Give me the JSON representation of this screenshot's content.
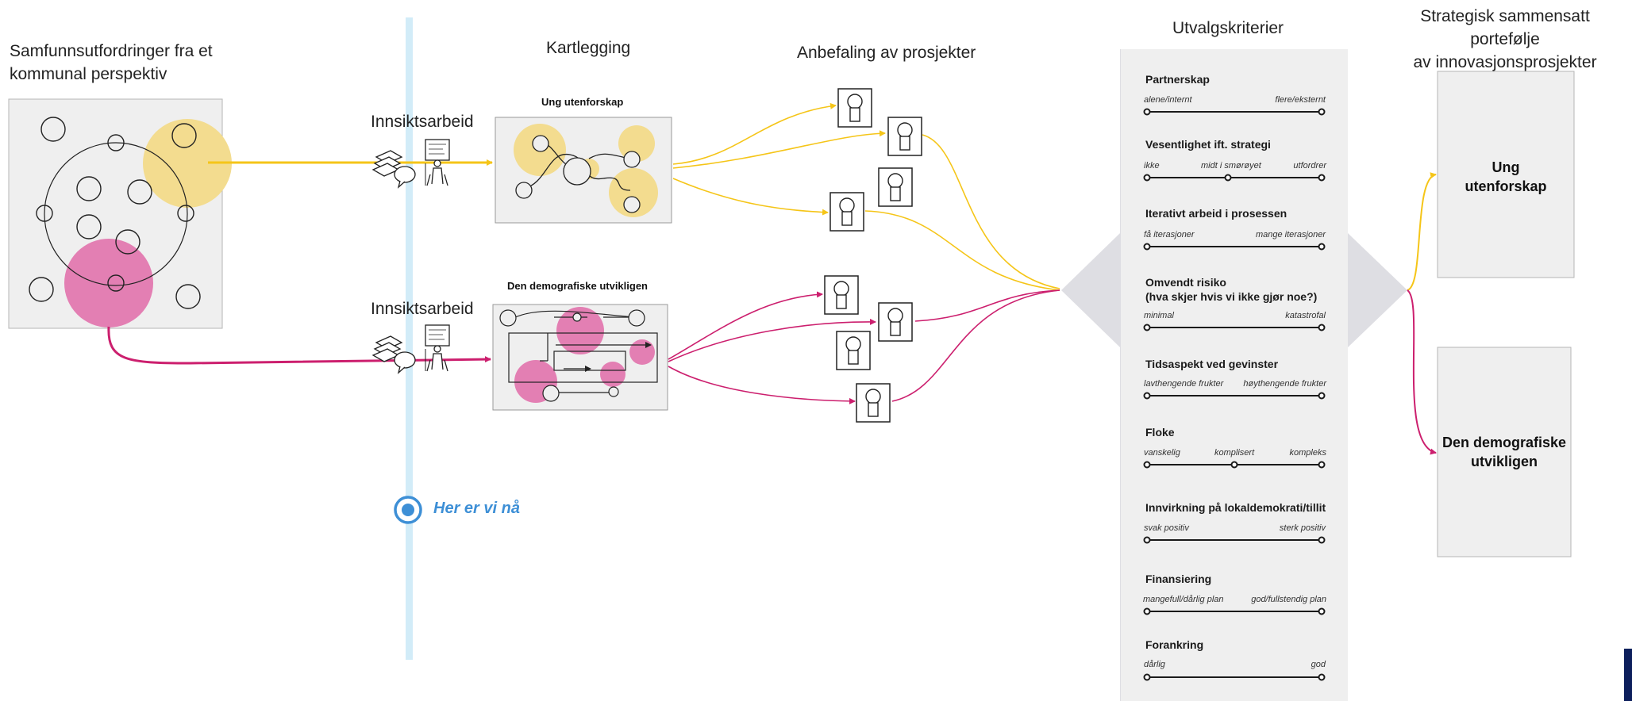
{
  "headings": {
    "challenges": "Samfunnsutfordringer fra et\nkommunal perspektiv",
    "mapping": "Kartlegging",
    "recommendation": "Anbefaling av prosjekter",
    "criteria": "Utvalgskriterier",
    "portfolio": "Strategisk sammensatt portefølje\nav innovasjonsprosjekter"
  },
  "insight": {
    "top": "Innsiktsarbeid",
    "bottom": "Innsiktsarbeid"
  },
  "maps": {
    "top_title": "Ung utenforskap",
    "bottom_title": "Den demografiske utvikligen"
  },
  "marker": {
    "label": "Her er vi nå"
  },
  "criteria": [
    {
      "title": "Partnerskap",
      "labels": [
        "alene/internt",
        "flere/eksternt"
      ]
    },
    {
      "title": "Vesentlighet ift. strategi",
      "labels": [
        "ikke",
        "midt i smørøyet",
        "utfordrer"
      ]
    },
    {
      "title": "Iterativt arbeid i prosessen",
      "labels": [
        "få iterasjoner",
        "mange iterasjoner"
      ]
    },
    {
      "title": "Omvendt risiko",
      "title2": "(hva skjer hvis vi ikke gjør noe?)",
      "labels": [
        "minimal",
        "katastrofal"
      ]
    },
    {
      "title": "Tidsaspekt ved gevinster",
      "labels": [
        "lavthengende frukter",
        "høythengende frukter"
      ]
    },
    {
      "title": "Floke",
      "labels": [
        "vanskelig",
        "komplisert",
        "kompleks"
      ]
    },
    {
      "title": "Innvirkning på lokaldemokrati/tillit",
      "labels": [
        "svak positiv",
        "sterk positiv"
      ]
    },
    {
      "title": "Finansiering",
      "labels": [
        "mangefull/dårlig plan",
        "god/fullstendig plan"
      ]
    },
    {
      "title": "Forankring",
      "labels": [
        "dårlig",
        "god"
      ]
    }
  ],
  "portfolio": {
    "item1": "Ung\nutenforskap",
    "item2": "Den demografiske\nutvikligen"
  },
  "colors": {
    "yellow": "#f5c518",
    "yellow_fill": "#f3dc8f",
    "magenta": "#cc1f6e",
    "pink_fill": "#e37fb3",
    "panel": "#efefef",
    "diamond": "#dedee3",
    "timeline": "#d2ecf8",
    "marker": "#3d8fd6"
  }
}
